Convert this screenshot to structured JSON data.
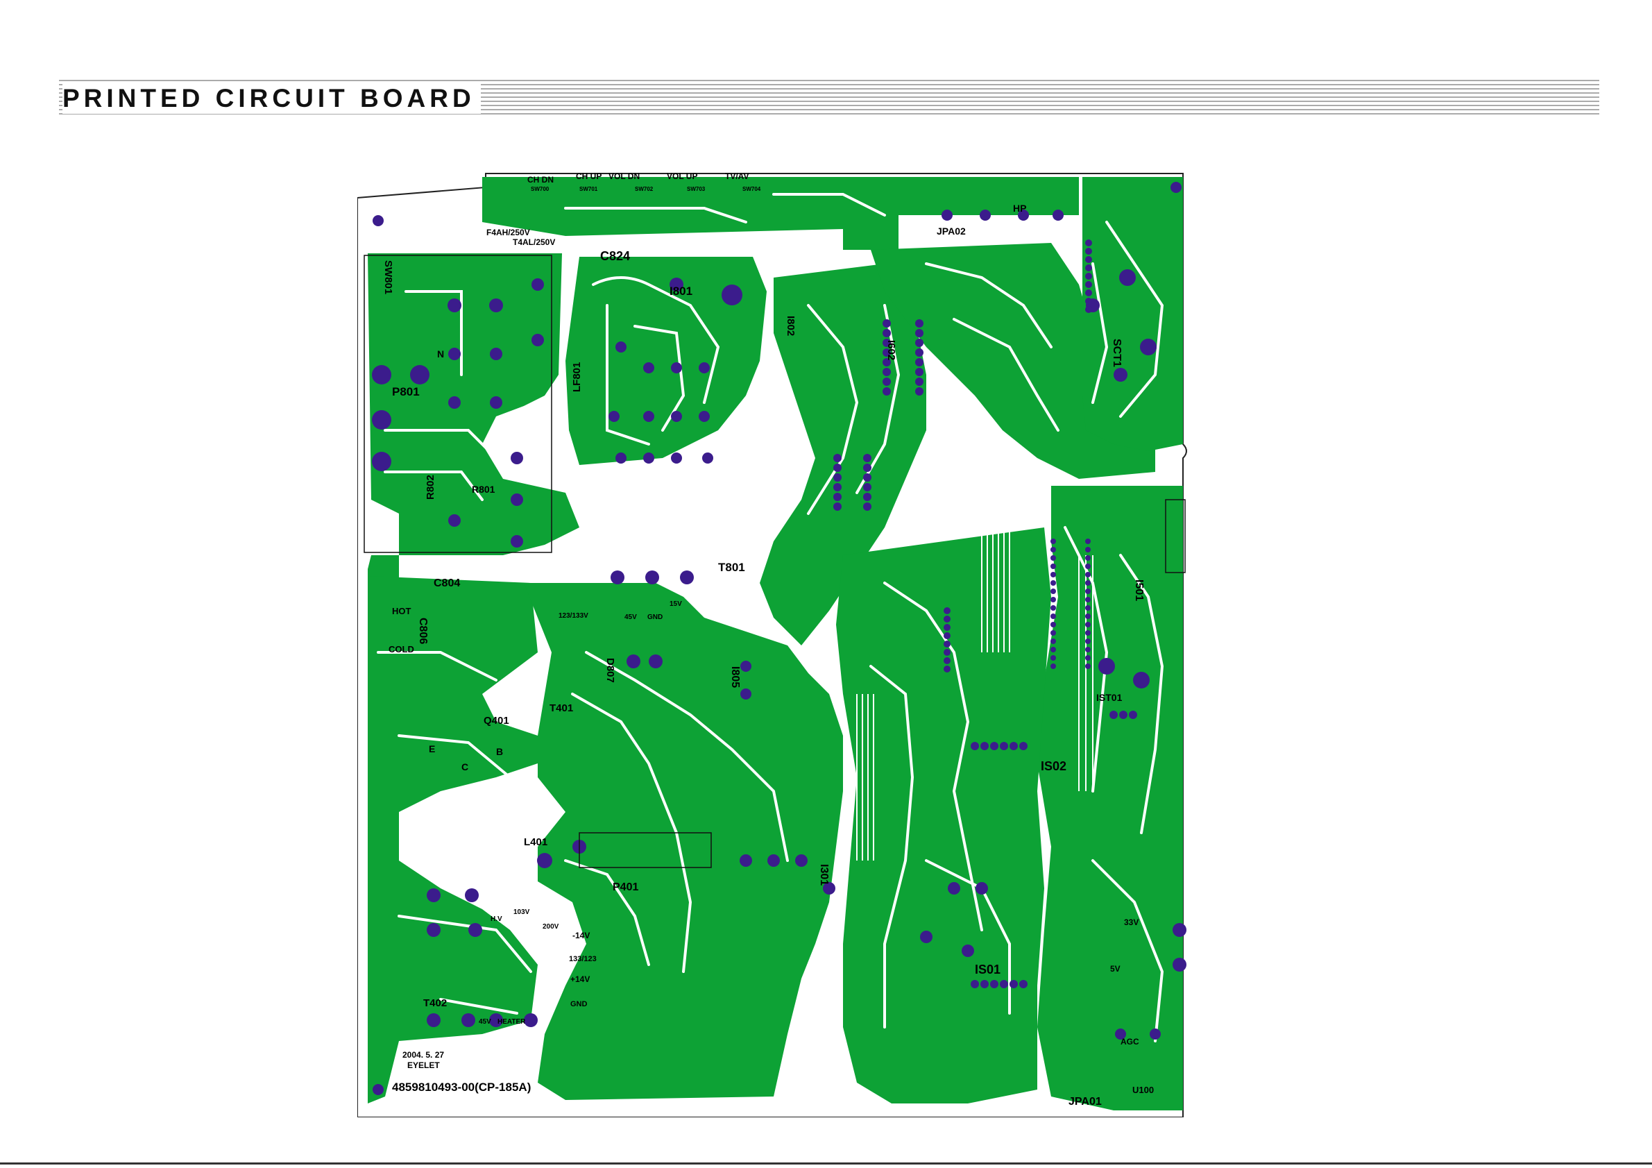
{
  "page": {
    "title": "PRINTED CIRCUIT BOARD"
  },
  "colors": {
    "copper": "#0da235",
    "pad": "#3b1c8c",
    "trace_gap": "#ffffff",
    "outline": "#222222"
  },
  "board": {
    "labels": {
      "ch_dn": "CH DN",
      "ch_up": "CH UP",
      "vol_dn": "VOL DN",
      "vol_up": "VOL UP",
      "tv_av": "TV/AV",
      "sw700": "SW700",
      "sw701": "SW701",
      "sw702": "SW702",
      "sw703": "SW703",
      "sw704": "SW704",
      "f4ah": "F4AH/250V",
      "t4al": "T4AL/250V",
      "c824": "C824",
      "i801": "I801",
      "i802": "I802",
      "i602": "I602",
      "jpa02": "JPA02",
      "hp": "HP",
      "sct1": "SCT1",
      "sw801": "SW801",
      "p801": "P801",
      "lf801": "LF801",
      "r802": "R802",
      "r801": "R801",
      "c804": "C804",
      "t801": "T801",
      "hot": "HOT",
      "cold": "COLD",
      "c806": "C806",
      "i805": "I805",
      "i501": "I501",
      "ist01": "IST01",
      "q401": "Q401",
      "t401": "T401",
      "d807": "D807",
      "l401": "L401",
      "p401": "P401",
      "i301": "I301",
      "is02": "IS02",
      "is01": "IS01",
      "t402": "T402",
      "jpa01": "JPA01",
      "u100": "U100",
      "h_v": "H.V",
      "v103": "103V",
      "v200": "200V",
      "m14v": "-14V",
      "v133": "133/123",
      "p14v": "+14V",
      "gnd": "GND",
      "v45": "45V",
      "heater": "HEATER",
      "v15": "15V",
      "gnd2": "GND",
      "v45b": "45V",
      "v123": "123/133V",
      "v33": "33V",
      "v5": "5V",
      "agc": "AGC",
      "date": "2004. 5. 27",
      "eyelet": "EYELET",
      "part_no": "4859810493-00(CP-185A)",
      "n": "N",
      "e": "E",
      "b": "B",
      "c": "C"
    }
  }
}
